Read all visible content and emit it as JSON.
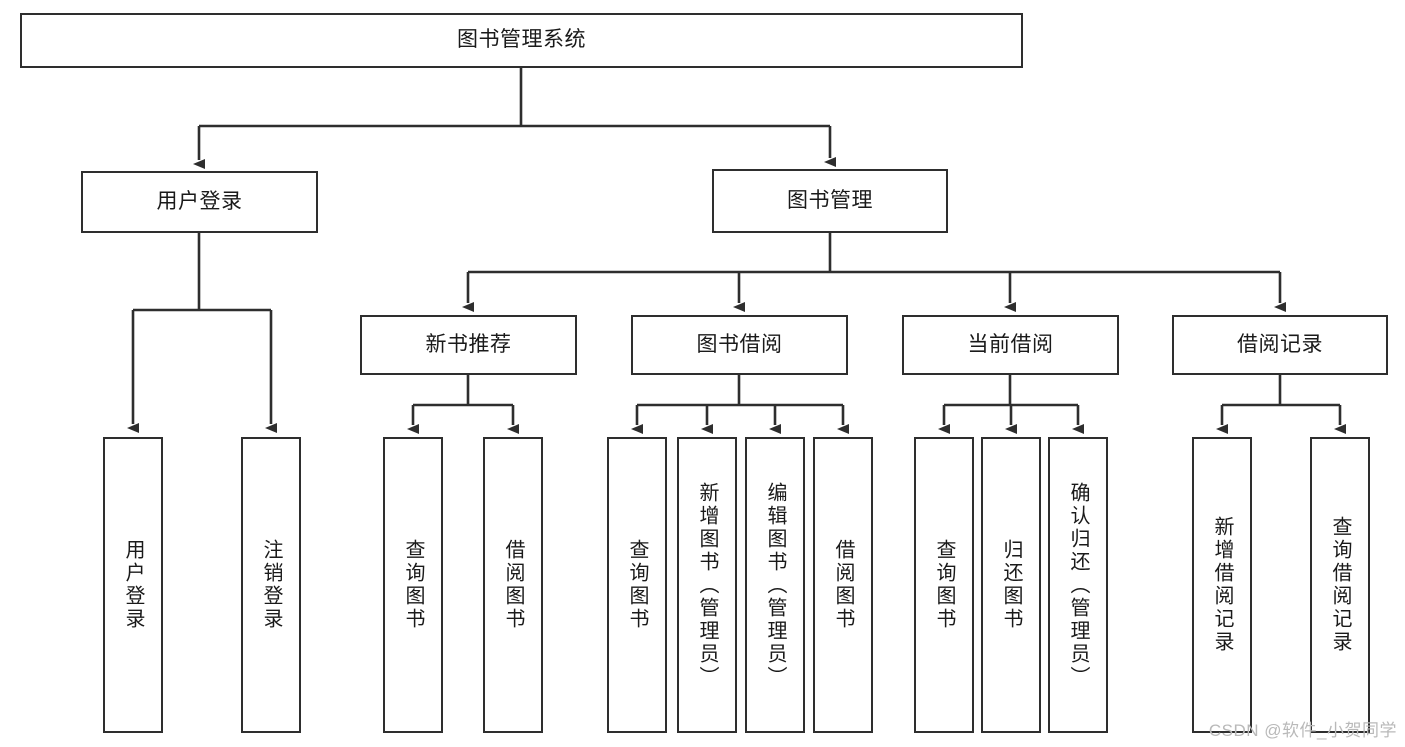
{
  "diagram": {
    "title_text": "图书管理系统",
    "watermark": "CSDN @软件_小贺同学",
    "line_color": "#2e2e2e",
    "box_fill": "#ffffff",
    "text_color": "#1a1a1a",
    "nodes": {
      "root": "图书管理系统",
      "level2": [
        "用户登录",
        "图书管理"
      ],
      "level3": [
        "新书推荐",
        "图书借阅",
        "当前借阅",
        "借阅记录"
      ],
      "leaves_user_login": [
        "用户登录",
        "注销登录"
      ],
      "leaves_new_book": [
        "查询图书",
        "借阅图书"
      ],
      "leaves_book_borrow": [
        "查询图书",
        "新增图书（管理员）",
        "编辑图书（管理员）",
        "借阅图书"
      ],
      "leaves_current_borrow": [
        "查询图书",
        "归还图书",
        "确认归还（管理员）"
      ],
      "leaves_borrow_record": [
        "新增借阅记录",
        "查询借阅记录"
      ]
    }
  }
}
